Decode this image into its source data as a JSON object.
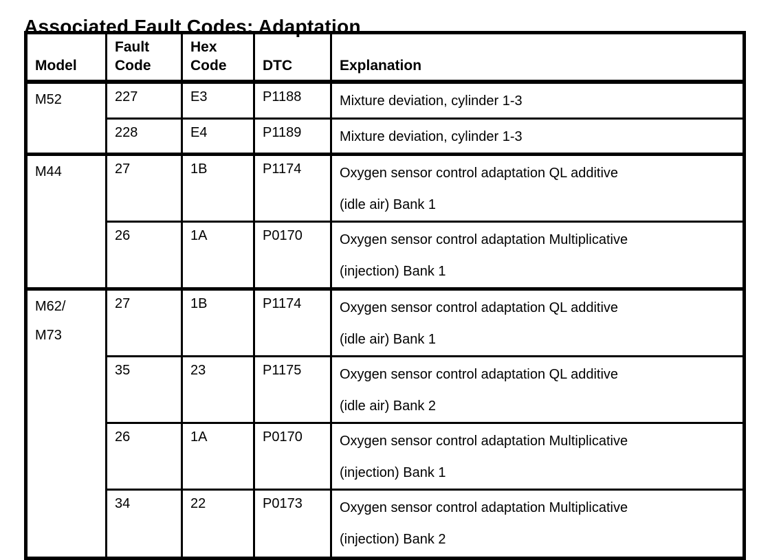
{
  "colors": {
    "ink": "#000000",
    "paper": "#ffffff"
  },
  "title": "Associated Fault Codes: Adaptation",
  "table": {
    "headers": {
      "model": "Model",
      "fault_code": "Fault\nCode",
      "hex_code": "Hex\nCode",
      "dtc": "DTC",
      "explanation": "Explanation"
    },
    "sections": [
      {
        "model": "M52",
        "rows": [
          {
            "fault_code": "227",
            "hex_code": "E3",
            "dtc": "P1188",
            "explanation": "Mixture deviation, cylinder 1-3"
          },
          {
            "fault_code": "228",
            "hex_code": "E4",
            "dtc": "P1189",
            "explanation": "Mixture deviation, cylinder 1-3"
          }
        ]
      },
      {
        "model": "M44",
        "rows": [
          {
            "fault_code": "27",
            "hex_code": "1B",
            "dtc": "P1174",
            "explanation": "Oxygen sensor control adaptation QL additive\n(idle air) Bank 1"
          },
          {
            "fault_code": "26",
            "hex_code": "1A",
            "dtc": "P0170",
            "explanation": "Oxygen sensor control adaptation Multiplicative\n(injection) Bank 1"
          }
        ]
      },
      {
        "model": "M62/\nM73",
        "rows": [
          {
            "fault_code": "27",
            "hex_code": "1B",
            "dtc": "P1174",
            "explanation": "Oxygen sensor control adaptation QL additive\n(idle air) Bank 1"
          },
          {
            "fault_code": "35",
            "hex_code": "23",
            "dtc": "P1175",
            "explanation": "Oxygen sensor control adaptation QL additive\n(idle air) Bank 2"
          },
          {
            "fault_code": "26",
            "hex_code": "1A",
            "dtc": "P0170",
            "explanation": "Oxygen sensor control adaptation Multiplicative\n(injection) Bank 1"
          },
          {
            "fault_code": "34",
            "hex_code": "22",
            "dtc": "P0173",
            "explanation": "Oxygen sensor control adaptation Multiplicative\n(injection) Bank 2"
          }
        ]
      }
    ]
  }
}
